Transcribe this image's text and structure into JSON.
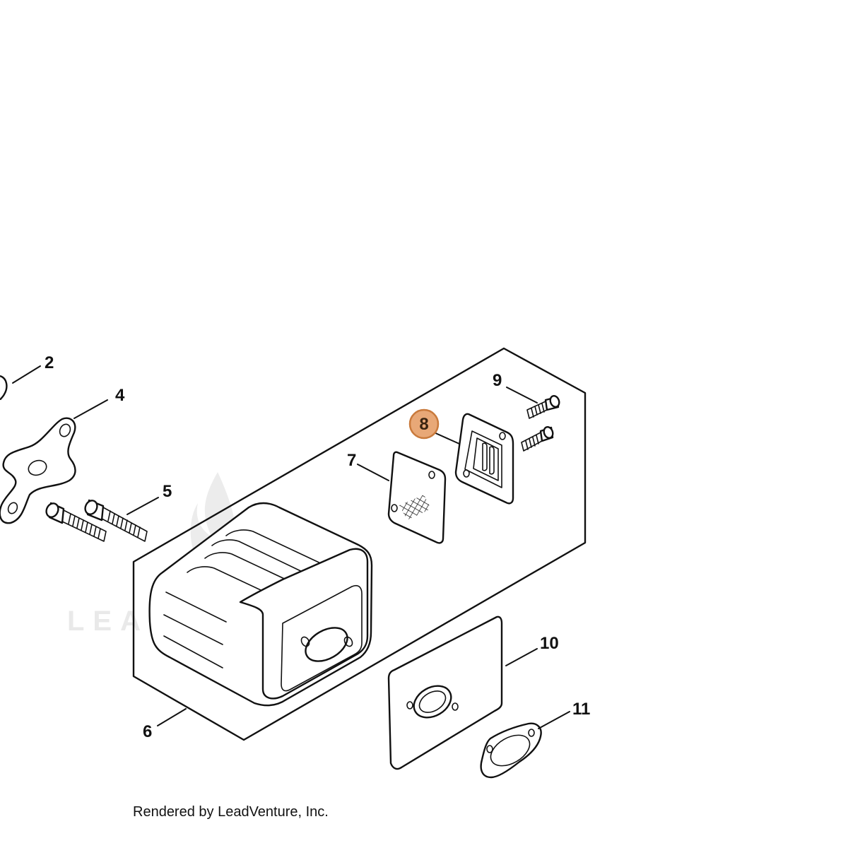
{
  "callouts": {
    "c2": "2",
    "c4": "4",
    "c5": "5",
    "c6": "6",
    "c7": "7",
    "c8": "8",
    "c9": "9",
    "c10": "10",
    "c11": "11"
  },
  "highlighted_callout": "8",
  "highlight_color": "#e8a877",
  "highlight_border_color": "#c97a3c",
  "watermark": "LEADVENTURE",
  "credit": "Rendered by LeadVenture, Inc."
}
